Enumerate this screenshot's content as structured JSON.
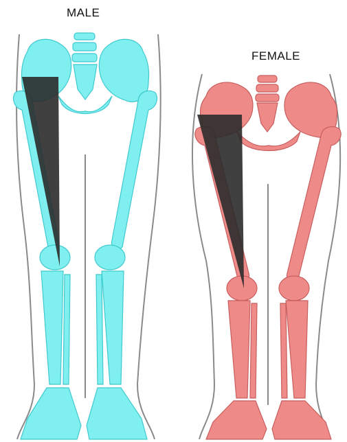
{
  "labels": {
    "male": "MALE",
    "female": "FEMALE"
  },
  "figures": [
    {
      "id": "male",
      "bone_color": "#7FEFEF",
      "bone_stroke": "#3FC9CF",
      "q_angle_color": "#2b2b2b"
    },
    {
      "id": "female",
      "bone_color": "#EE8A88",
      "bone_stroke": "#C85E5E",
      "q_angle_color": "#2b2b2b"
    }
  ],
  "outline_color": "#8a8a8a"
}
